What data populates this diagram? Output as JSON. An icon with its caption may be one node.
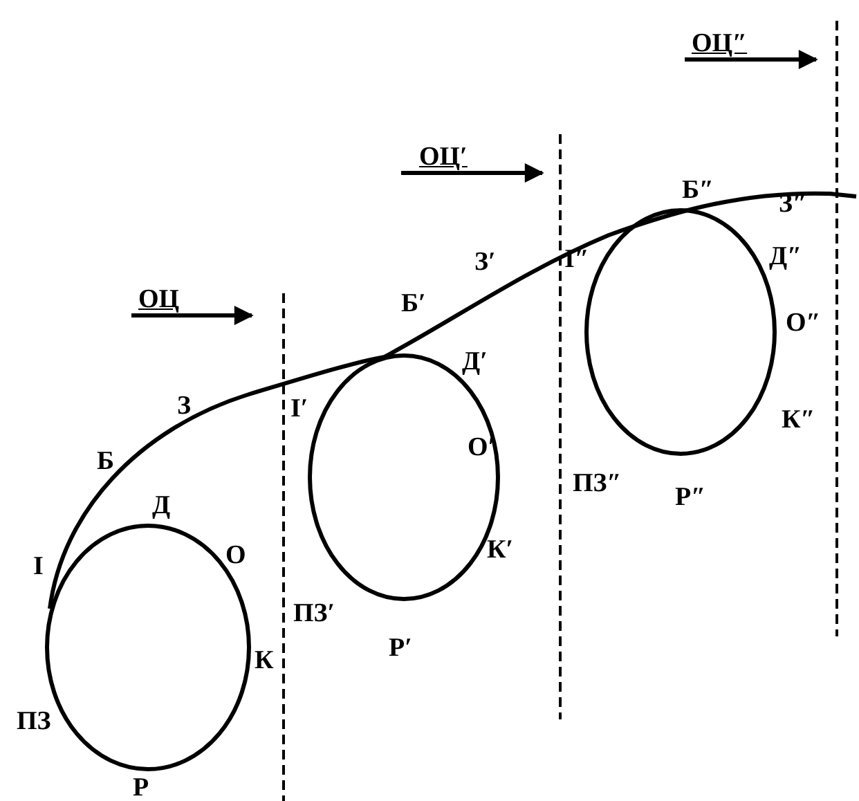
{
  "diagram": {
    "labels": [
      "ОЦ″",
      "ОЦ′",
      "ОЦ",
      "З",
      "Б",
      "І",
      "Д",
      "О",
      "К",
      "ПЗ",
      "Р",
      "Б′",
      "З′",
      "І′",
      "Д′",
      "О′",
      "К′",
      "ПЗ′",
      "Р′",
      "Б″",
      "З″",
      "І″",
      "Д″",
      "О″",
      "К″",
      "ПЗ″",
      "Р″"
    ]
  }
}
